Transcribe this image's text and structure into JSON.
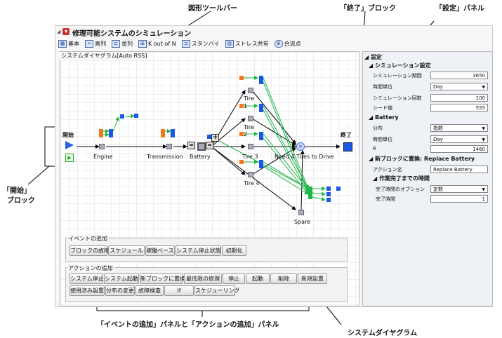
{
  "callouts": {
    "toolbar": "図形ツールバー",
    "end_block": "「終了」ブロック",
    "settings_panel": "「設定」パネル",
    "start_block_line1": "「開始」",
    "start_block_line2": "ブロック",
    "event_action": "「イベントの追加」パネルと「アクションの追加」パネル",
    "diagram": "システムダイヤグラム"
  },
  "app": {
    "title": "修理可能システムのシミュレーション",
    "toolbar": [
      {
        "label": "基本",
        "icon": "basic-icon"
      },
      {
        "label": "直列",
        "icon": "series-icon"
      },
      {
        "label": "並列",
        "icon": "parallel-icon"
      },
      {
        "label": "K out of N",
        "icon": "k-out-of-n-icon"
      },
      {
        "label": "スタンバイ",
        "icon": "standby-icon"
      },
      {
        "label": "ストレス共有",
        "icon": "stress-share-icon"
      },
      {
        "label": "合流点",
        "icon": "junction-icon"
      }
    ]
  },
  "diagram": {
    "title": "システムダイヤグラム[Auto RSS]",
    "start_label": "開始",
    "end_label": "終了",
    "nodes": {
      "engine": "Engine",
      "transmission": "Transmission",
      "battery": "Battery",
      "tire1": "Tire",
      "tire1_num": "1",
      "tire2": "Tire",
      "tire2_num": "2",
      "tire3": "Tire 3",
      "tire4": "Tire 4",
      "need4": "Need 4 Tires to Drive",
      "spare": "Spare"
    }
  },
  "events": {
    "title": "イベントの追加",
    "buttons": [
      "ブロックの故障",
      "スケジュール",
      "稼働ベース",
      "システム停止状態",
      "初期化"
    ]
  },
  "actions": {
    "title": "アクションの追加",
    "row1": [
      "システム停止",
      "システム起動",
      "新ブロックに置換",
      "最低限の修理",
      "停止",
      "起動",
      "削除",
      "新規設置"
    ],
    "row2": [
      "使用済み設置",
      "分布の変更",
      "故障検査",
      "If",
      "スケジューリング"
    ]
  },
  "settings": {
    "title": "設定",
    "sim_section": "シミュレーション設定",
    "sim_duration_label": "シミュレーション期間",
    "sim_duration_value": "3650",
    "time_unit_label": "時間単位",
    "time_unit_value": "Day",
    "sim_runs_label": "シミュレーション回数",
    "sim_runs_value": "100",
    "seed_label": "シード値",
    "seed_value": "555",
    "battery_section": "Battery",
    "dist_label": "分布",
    "dist_value": "指数",
    "battery_time_unit_label": "時間単位",
    "battery_time_unit_value": "Day",
    "theta_label": "θ",
    "theta_value": "1460",
    "replace_section": "新ブロックに置換: Replace Battery",
    "action_name_label": "アクション名",
    "action_name_value": "Replace Battery",
    "completion_section": "作業完了までの時間",
    "completion_option_label": "完了時間のオプション",
    "completion_option_value": "定数",
    "completion_time_label": "完了時間",
    "completion_time_value": "1"
  }
}
